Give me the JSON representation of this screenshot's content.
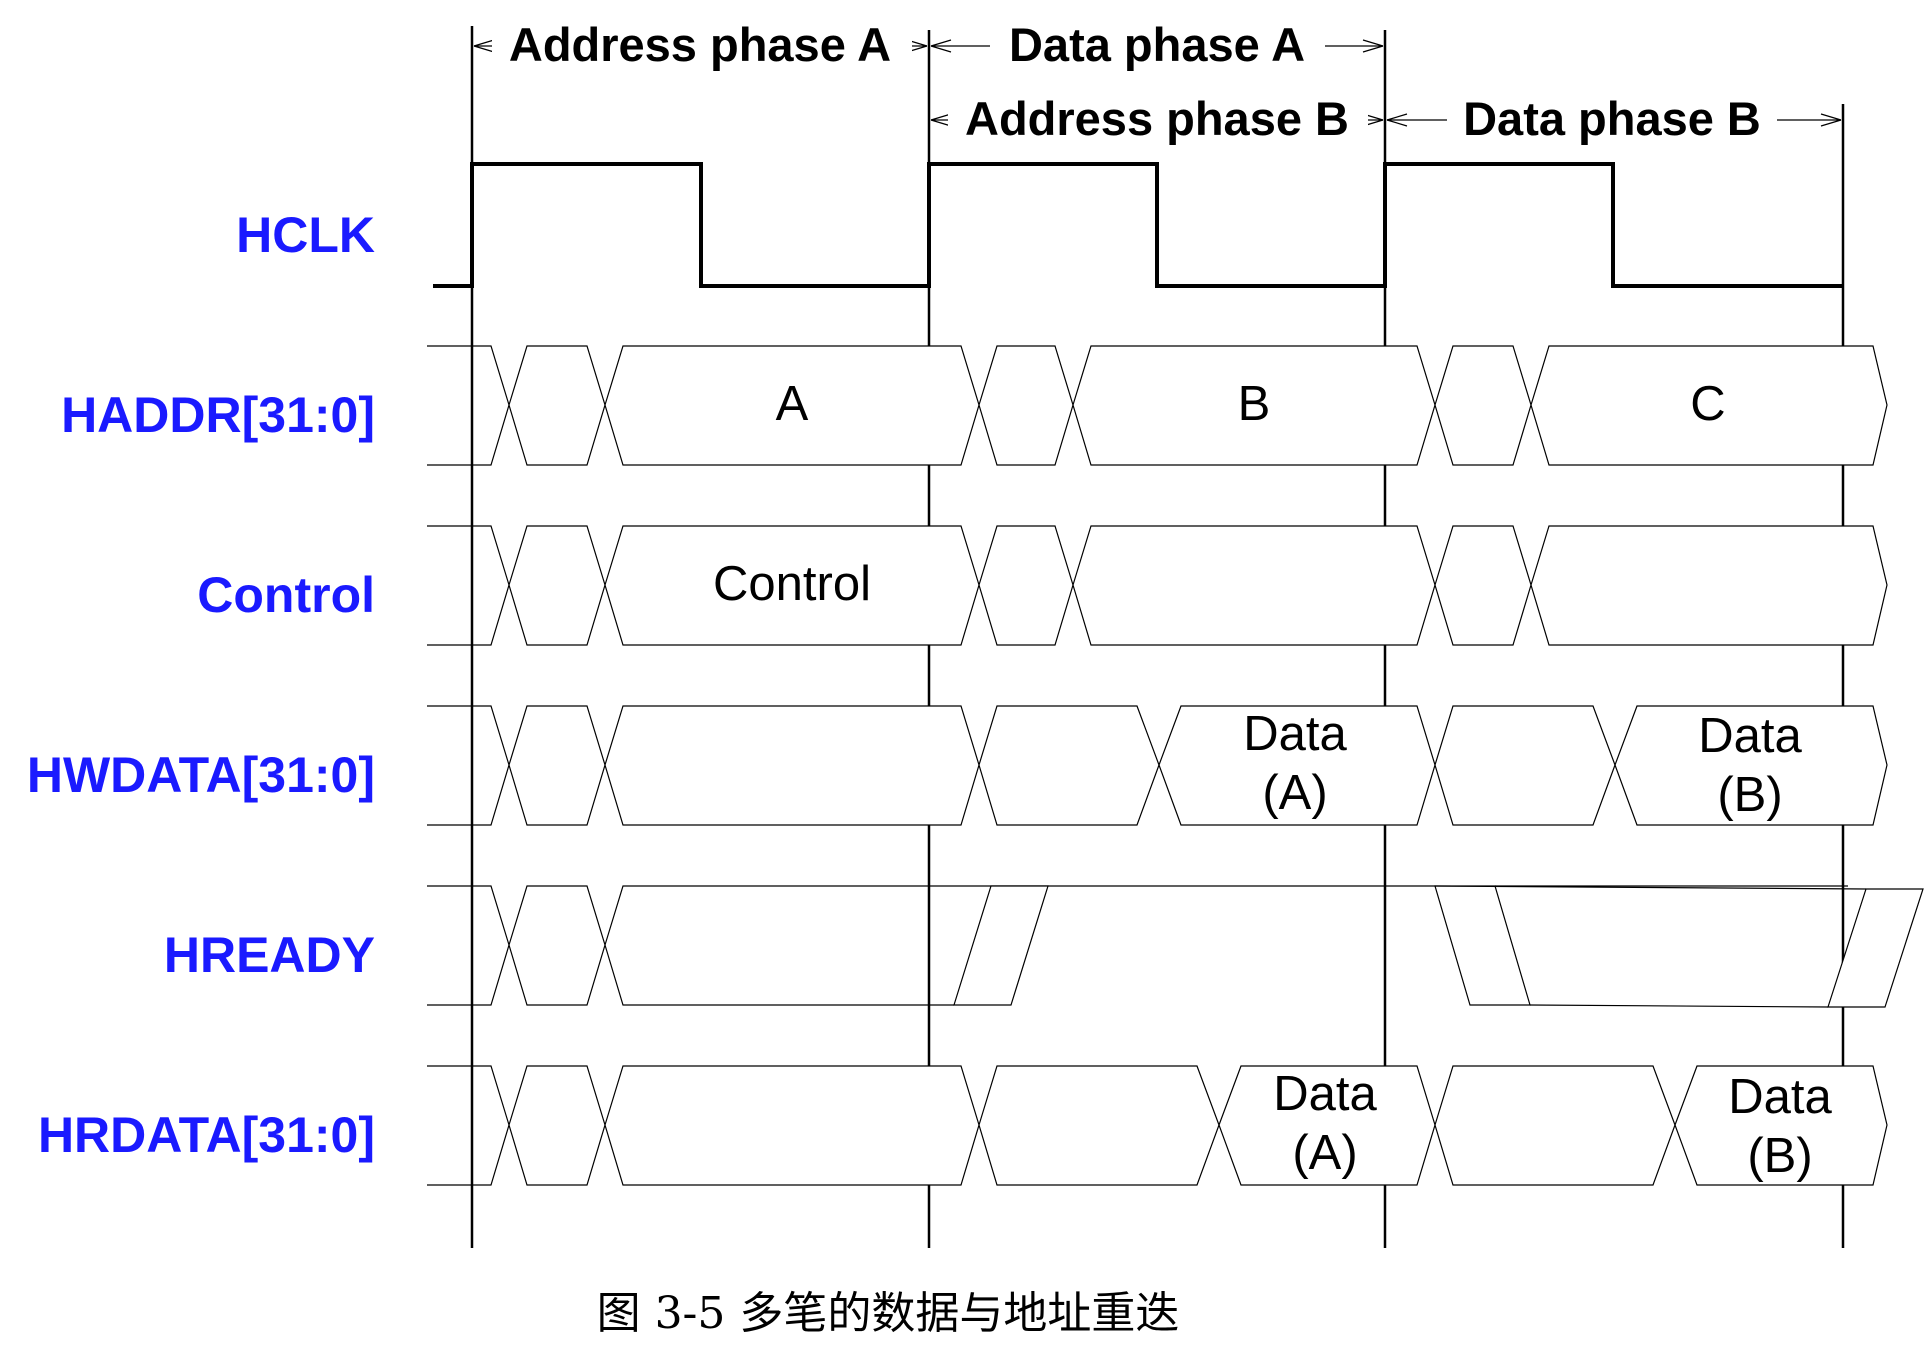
{
  "colors": {
    "signal_label": "#1a1aff",
    "undefined_fill": "#c0c0c0",
    "line": "#000000"
  },
  "phases": {
    "address_a": "Address phase A",
    "data_a": "Data phase A",
    "address_b": "Address phase B",
    "data_b": "Data phase B"
  },
  "signals": [
    {
      "name": "HCLK"
    },
    {
      "name": "HADDR[31:0]",
      "values": [
        "A",
        "B",
        "C"
      ]
    },
    {
      "name": "Control",
      "values": [
        "Control",
        "",
        ""
      ]
    },
    {
      "name": "HWDATA[31:0]",
      "values": [
        "",
        "Data\n(A)",
        "Data\n(B)"
      ]
    },
    {
      "name": "HREADY"
    },
    {
      "name": "HRDATA[31:0]",
      "values": [
        "",
        "Data\n(A)",
        "Data\n(B)"
      ]
    }
  ],
  "caption": "图 3-5  多笔的数据与地址重迭"
}
